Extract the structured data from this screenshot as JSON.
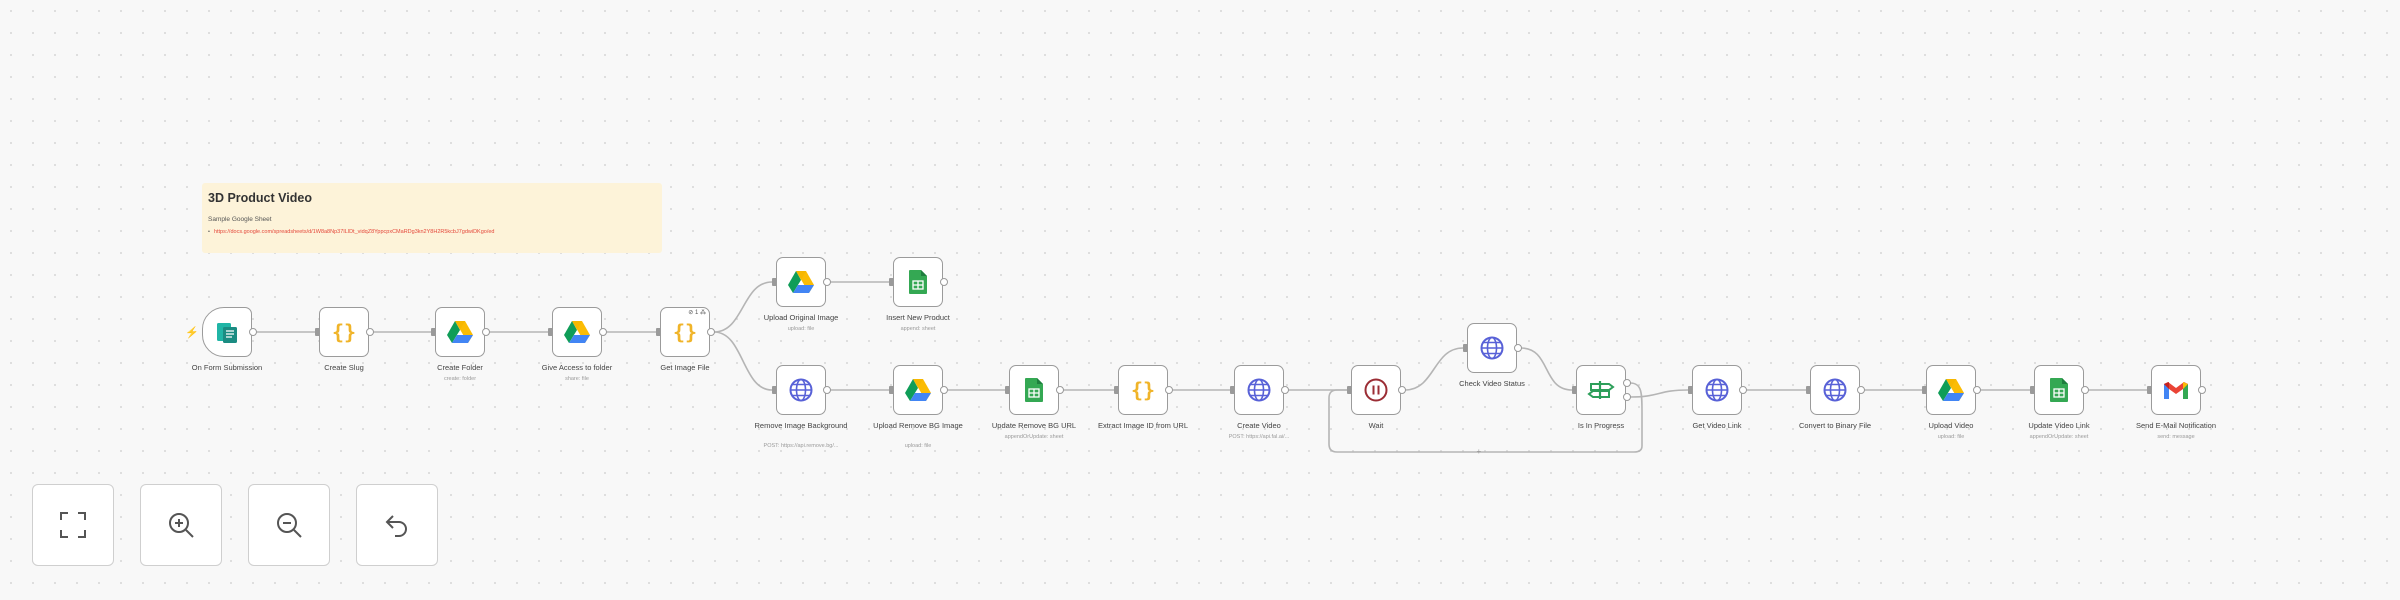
{
  "sticky": {
    "title": "3D Product Video",
    "subtitle": "Sample Google Sheet",
    "link": "https://docs.google.com/spreadsheets/d/1W8a8Np37ILlDt_vidqZ8YppcpxCMaRDg3kn2Y8H2R5kcbJ7gdwiDKgo/ed"
  },
  "nodes": [
    {
      "id": "on-form-submission",
      "label": "On Form Submission",
      "sub": "",
      "icon": "form-icon",
      "trigger": true
    },
    {
      "id": "create-slug",
      "label": "Create Slug",
      "sub": "",
      "icon": "code-icon"
    },
    {
      "id": "create-folder",
      "label": "Create Folder",
      "sub": "create: folder",
      "icon": "google-drive-icon"
    },
    {
      "id": "give-access-to-folder",
      "label": "Give Access to folder",
      "sub": "share: file",
      "icon": "google-drive-icon"
    },
    {
      "id": "get-image-file",
      "label": "Get Image File",
      "sub": "",
      "icon": "code-icon",
      "badge": "⊘ 1 ⁂"
    },
    {
      "id": "upload-original-image",
      "label": "Upload Original Image",
      "sub": "upload: file",
      "icon": "google-drive-icon"
    },
    {
      "id": "insert-new-product",
      "label": "Insert New Product",
      "sub": "append: sheet",
      "icon": "google-sheets-icon"
    },
    {
      "id": "remove-image-background",
      "label": "Remove Image Background",
      "sub": "POST: https://api.remove.bg/...",
      "icon": "globe-icon"
    },
    {
      "id": "upload-remove-bg-image",
      "label": "Upload Remove BG Image",
      "sub": "upload: file",
      "icon": "google-drive-icon"
    },
    {
      "id": "update-remove-bg-url",
      "label": "Update Remove BG URL",
      "sub": "appendOrUpdate: sheet",
      "icon": "google-sheets-icon"
    },
    {
      "id": "extract-image-id-from-url",
      "label": "Extract Image ID from URL",
      "sub": "",
      "icon": "code-icon"
    },
    {
      "id": "create-video",
      "label": "Create Video",
      "sub": "POST: https://api.fal.ai/...",
      "icon": "globe-icon"
    },
    {
      "id": "wait",
      "label": "Wait",
      "sub": "",
      "icon": "pause-icon"
    },
    {
      "id": "check-video-status",
      "label": "Check Video Status",
      "sub": "",
      "icon": "globe-icon"
    },
    {
      "id": "is-in-progress",
      "label": "Is In Progress",
      "sub": "",
      "icon": "switch-icon",
      "outputs": 2
    },
    {
      "id": "get-video-link",
      "label": "Get Video Link",
      "sub": "",
      "icon": "globe-icon"
    },
    {
      "id": "convert-to-binary-file",
      "label": "Convert to Binary File",
      "sub": "",
      "icon": "globe-icon"
    },
    {
      "id": "upload-video",
      "label": "Upload Video",
      "sub": "upload: file",
      "icon": "google-drive-icon"
    },
    {
      "id": "update-video-link",
      "label": "Update Video Link",
      "sub": "appendOrUpdate: sheet",
      "icon": "google-sheets-icon"
    },
    {
      "id": "send-email-notification",
      "label": "Send E-Mail Notification",
      "sub": "send: message",
      "icon": "gmail-icon"
    }
  ],
  "controls": [
    {
      "id": "fit-view",
      "icon": "fit-view-icon"
    },
    {
      "id": "zoom-in",
      "icon": "zoom-in-icon"
    },
    {
      "id": "zoom-out",
      "icon": "zoom-out-icon"
    },
    {
      "id": "reset-zoom",
      "icon": "undo-icon"
    }
  ],
  "colors": {
    "node_border": "#9b9b9b",
    "edge": "#b5b5b5",
    "sticky_bg": "#fdf3d9",
    "link": "#e4473a",
    "code": "#f0b429",
    "http": "#5861d7",
    "sheets": "#34a853",
    "wait": "#9b2d35",
    "switch": "#2d9f5a"
  }
}
